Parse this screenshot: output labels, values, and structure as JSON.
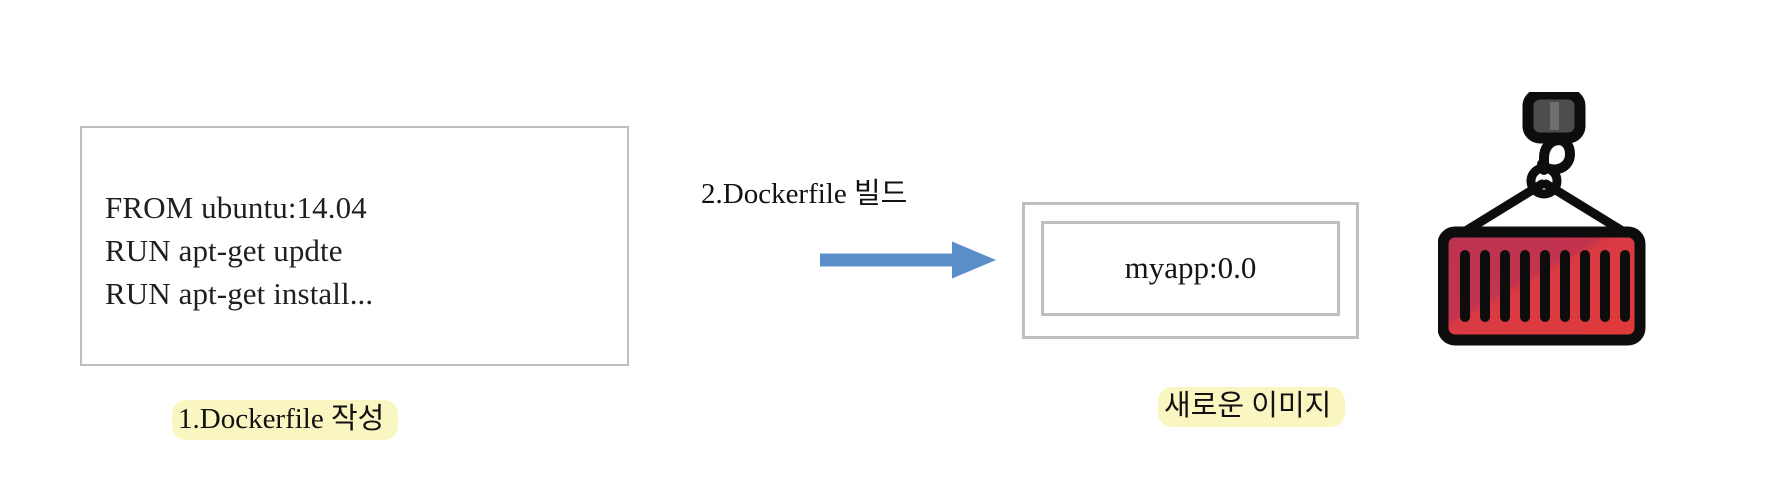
{
  "diagram": {
    "title": "Dockerfile build flow",
    "colors": {
      "arrow": "#5b8fc9",
      "highlight": "#faf6c2",
      "box_border": "#bfbfbf",
      "container_red_light": "#e03a3a",
      "container_red_dark": "#b5334d",
      "container_outline": "#0d0d0d",
      "hook_block": "#4d4d4d",
      "text": "#111111"
    },
    "dockerfile": {
      "lines": [
        "FROM ubuntu:14.04",
        "RUN apt-get updte",
        "RUN apt-get install..."
      ],
      "caption": "1.Dockerfile 작성"
    },
    "build_step": {
      "label": "2.Dockerfile 빌드",
      "arrow_icon": "right-arrow-icon",
      "arrow_direction": "right"
    },
    "image_result": {
      "tag": "myapp:0.0",
      "caption": "새로운 이미지"
    },
    "container_icon": {
      "name": "shipping-container-crane-icon",
      "rib_count": 10
    }
  }
}
